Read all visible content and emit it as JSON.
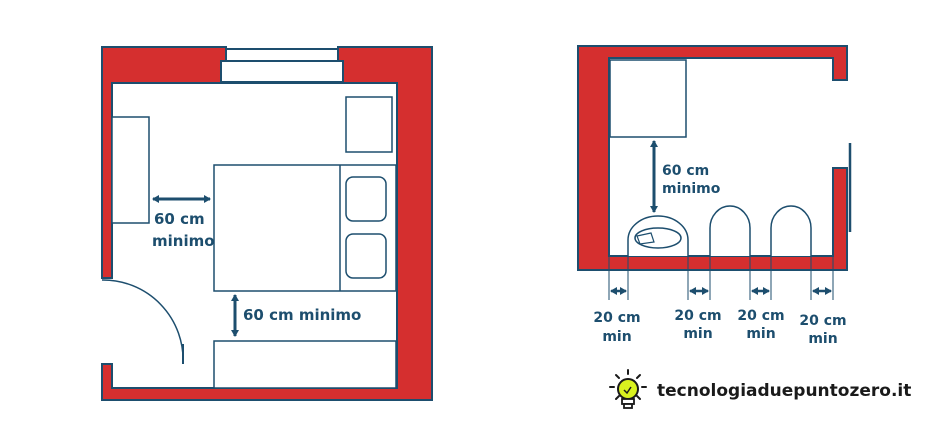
{
  "colors": {
    "wall": "#d52f2f",
    "wall_outline": "#1d4e6e",
    "furniture_outline": "#1d4e6e",
    "dimension": "#1d4e6e",
    "bulb": "#d9f21f"
  },
  "bedroom": {
    "dim_wardrobe_bed_line1": "60 cm",
    "dim_wardrobe_bed_line2": "minimo",
    "dim_bed_foot": "60 cm minimo"
  },
  "bathroom": {
    "dim_front": {
      "line1": "60 cm",
      "line2": "minimo"
    },
    "clearances": [
      {
        "line1": "20 cm",
        "line2": "min"
      },
      {
        "line1": "20 cm",
        "line2": "min"
      },
      {
        "line1": "20 cm",
        "line2": "min"
      },
      {
        "line1": "20 cm",
        "line2": "min"
      }
    ]
  },
  "brand": {
    "icon": "lightbulb-icon",
    "text": "tecnologiaduepuntozero.it"
  }
}
